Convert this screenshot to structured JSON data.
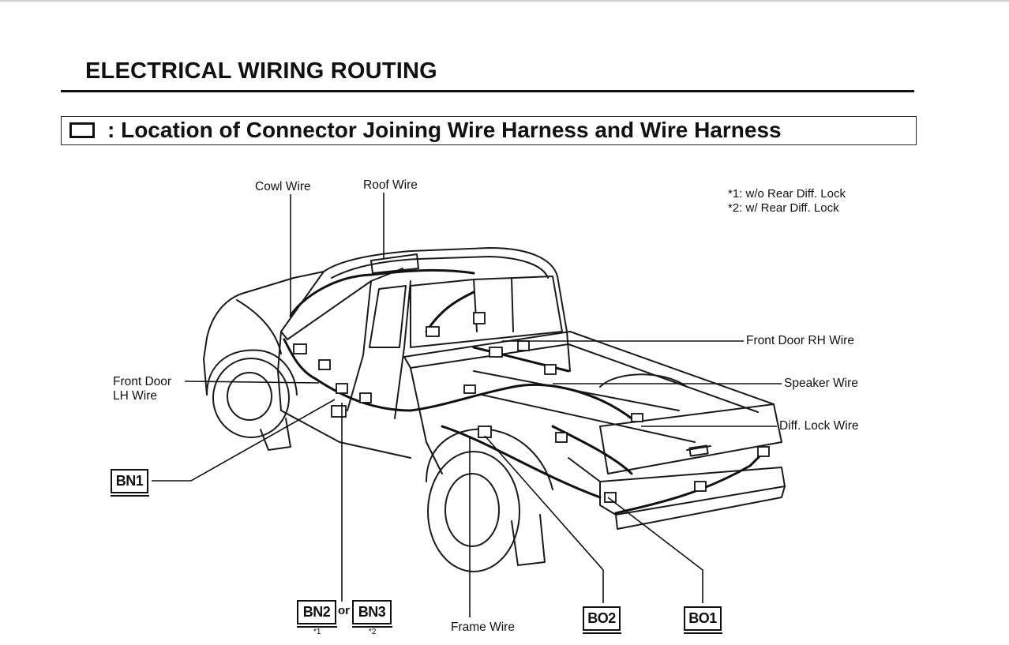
{
  "page": {
    "heading": "ELECTRICAL WIRING ROUTING",
    "legend": ": Location of Connector Joining Wire Harness and Wire Harness"
  },
  "notes": [
    "*1: w/o Rear Diff. Lock",
    "*2: w/ Rear Diff. Lock"
  ],
  "labels": {
    "cowl_wire": "Cowl Wire",
    "roof_wire": "Roof Wire",
    "front_door_rh_wire": "Front Door RH Wire",
    "speaker_wire": "Speaker Wire",
    "diff_lock_wire": "Diff. Lock Wire",
    "front_door_lh_wire_line1": "Front Door",
    "front_door_lh_wire_line2": "LH Wire",
    "frame_wire": "Frame Wire"
  },
  "connectors": {
    "bn1": "BN1",
    "bn2": "BN2",
    "bn3": "BN3",
    "or": "or",
    "bn2_note": "*1",
    "bn3_note": "*2",
    "bo2": "BO2",
    "bo1": "BO1"
  }
}
